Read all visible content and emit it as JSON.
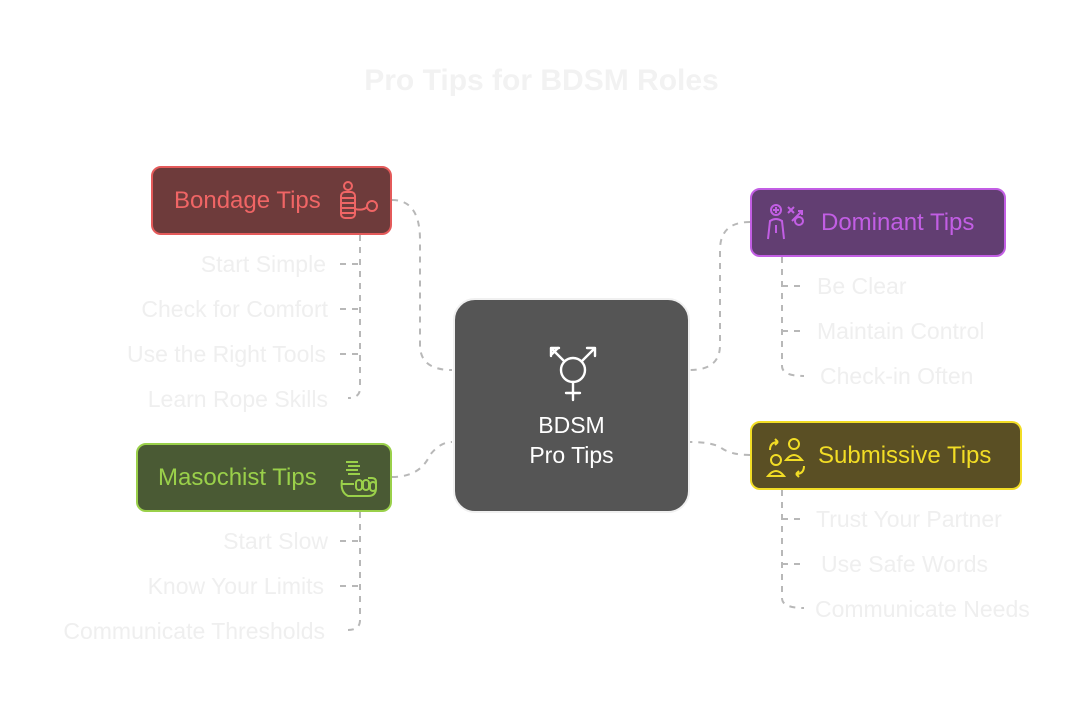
{
  "title": "Pro Tips for BDSM Roles",
  "center": {
    "line1": "BDSM",
    "line2": "Pro Tips",
    "icon": "transgender-symbol-icon"
  },
  "branches": {
    "bondage": {
      "label": "Bondage Tips",
      "icon": "bound-person-icon",
      "color": "#e45a5a",
      "fill": "#6e3b3b",
      "tips": [
        "Start Simple",
        "Check for Comfort",
        "Use the Right Tools",
        "Learn Rope Skills"
      ]
    },
    "masochist": {
      "label": "Masochist Tips",
      "icon": "hand-spring-icon",
      "color": "#9ad04a",
      "fill": "#4a5a34",
      "tips": [
        "Start Slow",
        "Know Your Limits",
        "Communicate Thresholds"
      ]
    },
    "dominant": {
      "label": "Dominant Tips",
      "icon": "strategy-person-icon",
      "color": "#c25ee4",
      "fill": "#623e72",
      "tips": [
        "Be Clear",
        "Maintain Control",
        "Check-in Often"
      ]
    },
    "submissive": {
      "label": "Submissive Tips",
      "icon": "people-exchange-icon",
      "color": "#f2dd25",
      "fill": "#5a4f24",
      "tips": [
        "Trust Your Partner",
        "Use Safe Words",
        "Communicate Needs"
      ]
    }
  }
}
